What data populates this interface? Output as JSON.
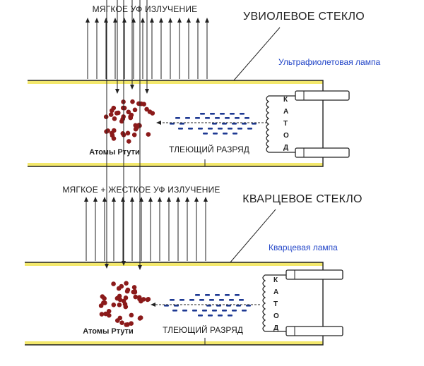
{
  "colors": {
    "glass": "#f3e86c",
    "atom": "#8b1a1a",
    "electron": "#1f3a93",
    "lamp_label": "#2346c8",
    "line": "#222222"
  },
  "panels": [
    {
      "id": "uviol",
      "radiation_label": "МЯГКОЕ УФ ИЗЛУЧЕНИЕ",
      "glass_label": "УВИОЛЕВОЕ СТЕКЛО",
      "lamp_label": "Ультрафиолетовая лампа",
      "atoms_label": "Атомы Ртути",
      "discharge_label": "ТЛЕЮЩИЙ РАЗРЯД",
      "cathode_letters": [
        "К",
        "А",
        "Т",
        "О",
        "Д"
      ]
    },
    {
      "id": "quartz",
      "radiation_label": "МЯГКОЕ + ЖЕСТКОЕ УФ ИЗЛУЧЕНИЕ",
      "glass_label": "КВАРЦЕВОЕ СТЕКЛО",
      "lamp_label": "Кварцевая лампа",
      "atoms_label": "Атомы Ртути",
      "discharge_label": "ТЛЕЮЩИЙ РАЗРЯД",
      "cathode_letters": [
        "К",
        "А",
        "Т",
        "О",
        "Д"
      ]
    }
  ]
}
